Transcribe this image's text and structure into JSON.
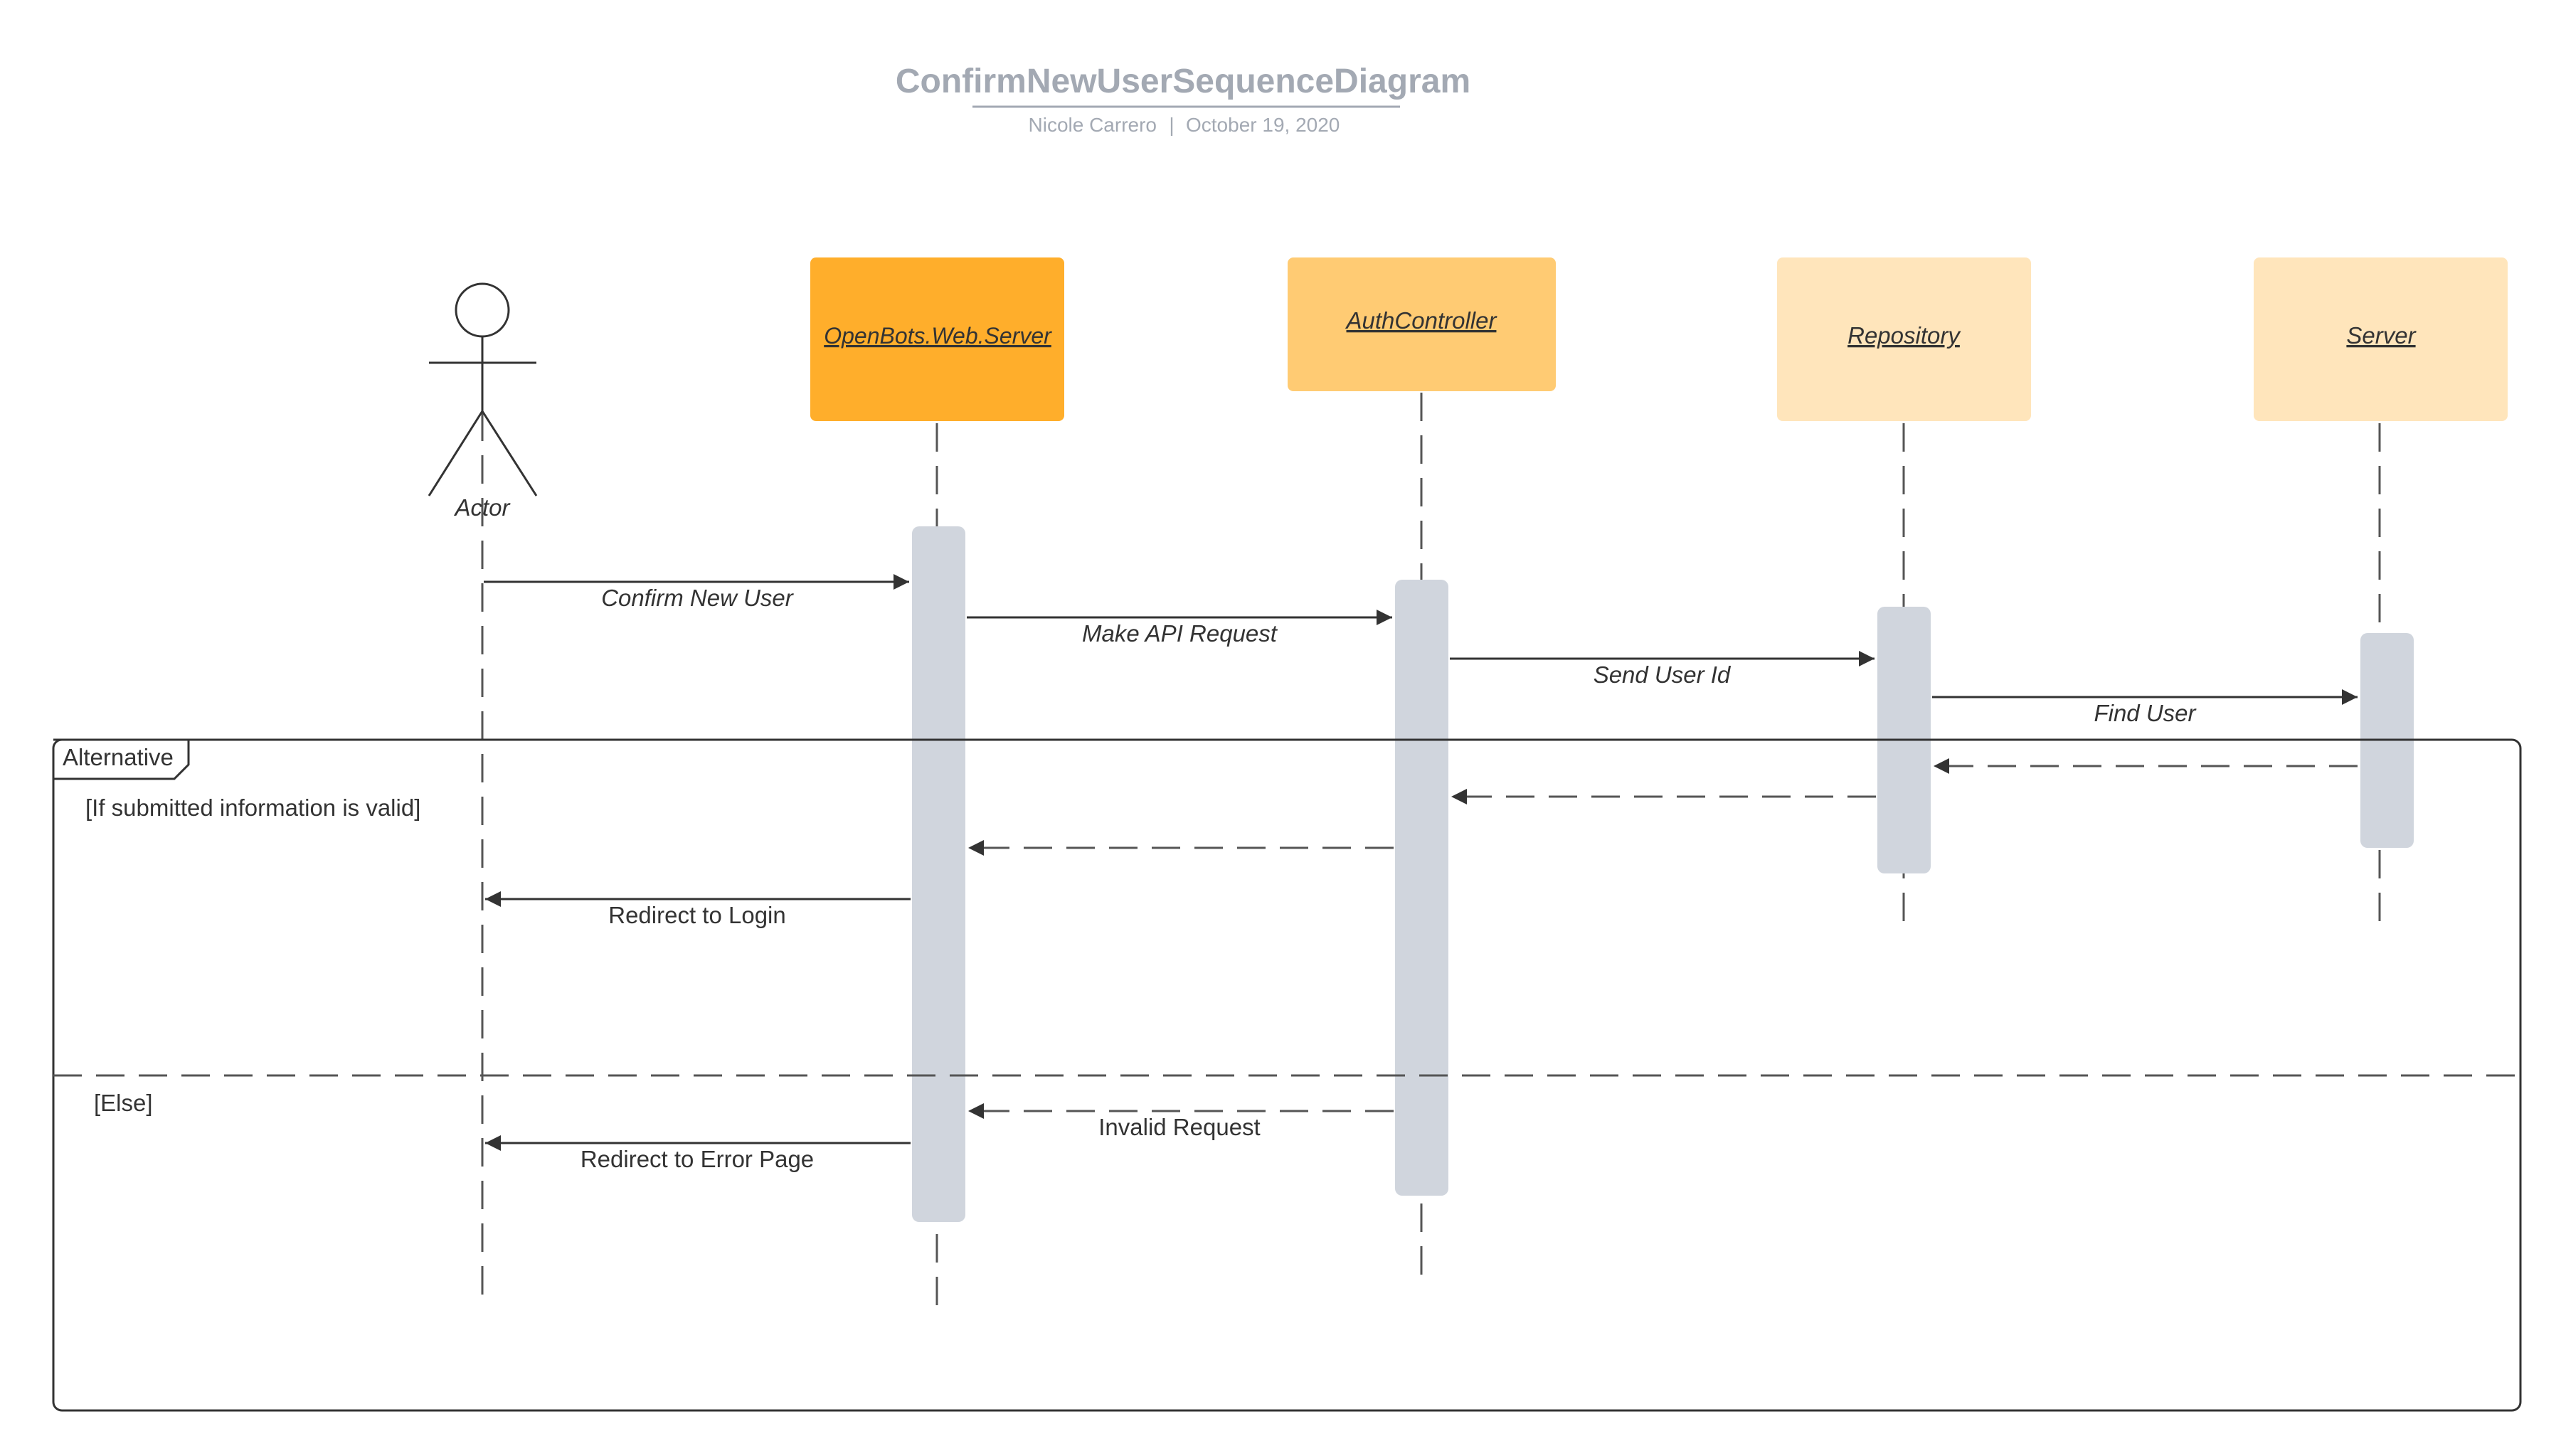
{
  "header": {
    "title": "ConfirmNewUserSequenceDiagram",
    "author": "Nicole Carrero",
    "separator": "|",
    "date": "October 19, 2020"
  },
  "actor": {
    "label": "Actor"
  },
  "participants": [
    {
      "name": "OpenBots.Web.Server",
      "color": "#FFAE2B"
    },
    {
      "name": "AuthController",
      "color": "#FFCB73"
    },
    {
      "name": "Repository",
      "color": "#FFE5BB"
    },
    {
      "name": "Server",
      "color": "#FFE5BB"
    }
  ],
  "messages": {
    "confirm_new_user": "Confirm New User",
    "make_api_request": "Make API Request",
    "send_user_id": "Send User Id",
    "find_user": "Find User",
    "redirect_to_login": "Redirect to Login",
    "invalid_request": "Invalid Request",
    "redirect_to_error_page": "Redirect to Error Page"
  },
  "fragment": {
    "label": "Alternative",
    "guard_valid": "[If submitted information is valid]",
    "guard_else": "[Else]"
  },
  "colors": {
    "title": "#A3A9B3",
    "activation": "#D0D5DD",
    "line": "#333333"
  }
}
